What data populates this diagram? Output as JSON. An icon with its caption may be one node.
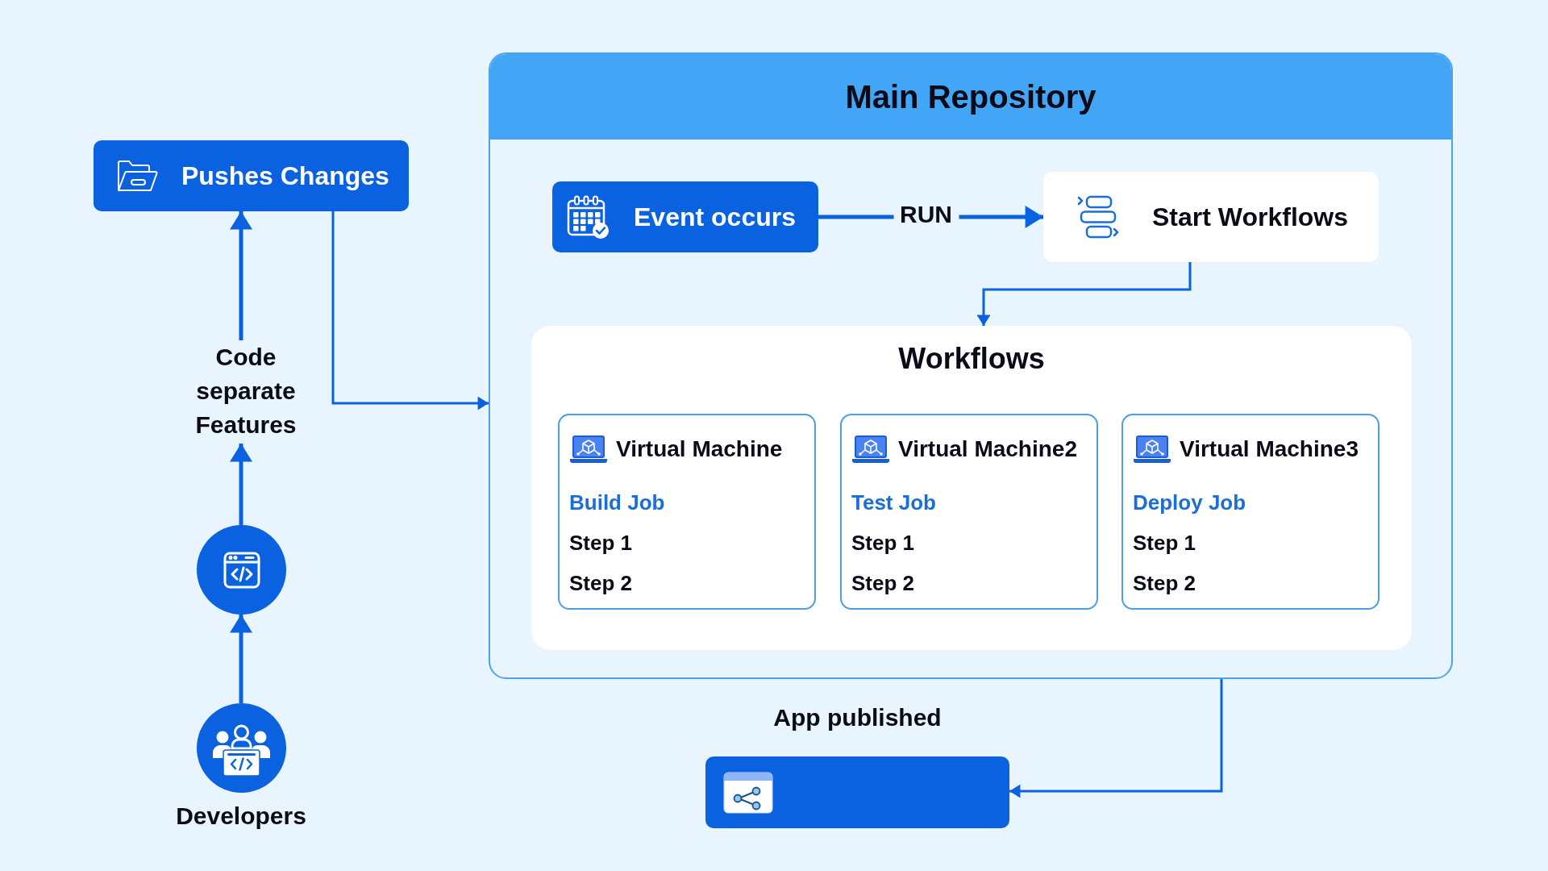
{
  "diagram": {
    "nodes": [
      {
        "text": [
          "Pushes Changes"
        ]
      },
      {
        "text": [
          "Code separate Features"
        ]
      },
      {
        "text": [],
        "shape": "circle"
      },
      {
        "text": [
          "Developers"
        ]
      },
      {
        "text": [
          "Main Repository"
        ]
      },
      {
        "text": [
          "Event occurs"
        ],
        "in": 4
      },
      {
        "text": [
          "Start Workflows"
        ],
        "in": 4
      },
      {
        "text": [
          "Workflows"
        ],
        "in": 4
      },
      {
        "text": [
          "Virtual Machine",
          "Build Job",
          "Step 1",
          "Step 2"
        ],
        "in": 7
      },
      {
        "text": [
          "Virtual Machine2",
          "Test Job",
          "Step 1",
          "Step 2"
        ],
        "in": 7
      },
      {
        "text": [
          "Virtual Machine3",
          "Deploy Job",
          "Step 1",
          "Step 2"
        ],
        "in": 7
      },
      {
        "text": [],
        "shape": "box",
        "beside": [
          "App published"
        ]
      }
    ],
    "edges": [
      {
        "from": 1,
        "to": 0,
        "arrow": "to"
      },
      {
        "from": 2,
        "to": 1,
        "arrow": "to"
      },
      {
        "from": 3,
        "to": 2,
        "arrow": "to"
      },
      {
        "from": 0,
        "to": 4,
        "arrow": "to"
      },
      {
        "from": 5,
        "to": 6,
        "arrow": "to",
        "label": "RUN"
      },
      {
        "from": 6,
        "to": 7,
        "arrow": "to"
      },
      {
        "from": 4,
        "to": 11,
        "arrow": "to"
      }
    ]
  }
}
